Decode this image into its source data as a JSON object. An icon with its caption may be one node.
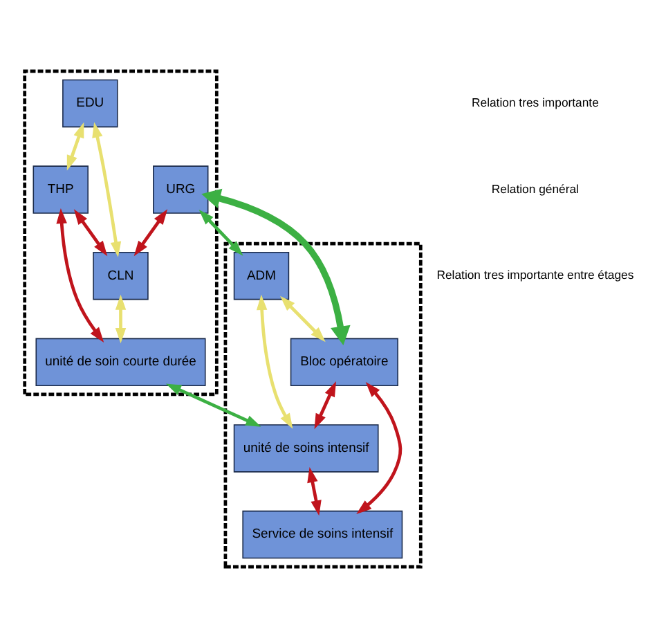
{
  "diagram": {
    "nodes": [
      {
        "text": [],
        "shape": "box"
      },
      {
        "text": [
          "EDU"
        ],
        "in": 0
      },
      {
        "text": [
          "THP"
        ],
        "in": 0
      },
      {
        "text": [
          "unité de soin courte durée"
        ],
        "in": 0
      },
      {
        "text": [
          "URG"
        ],
        "in": 0
      },
      {
        "text": [
          "CLN"
        ],
        "in": 0
      },
      {
        "text": [],
        "shape": "box"
      },
      {
        "text": [
          "ADM"
        ],
        "in": 6
      },
      {
        "text": [
          "unité de soins intensif"
        ],
        "in": 6
      },
      {
        "text": [
          "Bloc opératoire"
        ],
        "in": 6
      },
      {
        "text": [
          "Service de soins intensif"
        ],
        "in": 6
      }
    ],
    "edges": [
      {
        "from": 1,
        "to": 2,
        "arrow": "both",
        "color": "#e8e070"
      },
      {
        "from": 2,
        "to": 3,
        "arrow": "both"
      },
      {
        "from": 2,
        "to": 5,
        "arrow": "both"
      },
      {
        "from": 1,
        "to": 5,
        "arrow": "both",
        "color": "#e8e070"
      },
      {
        "from": 4,
        "to": 5,
        "arrow": "both"
      },
      {
        "from": 5,
        "to": 3,
        "arrow": "both",
        "color": "#e8e070"
      },
      {
        "from": 4,
        "to": 7,
        "arrow": "both",
        "color": "#3cb043"
      },
      {
        "from": 4,
        "to": 9,
        "arrow": "both",
        "color": "#3cb043",
        "style": "thick"
      },
      {
        "from": 3,
        "to": 8,
        "arrow": "both",
        "color": "#3cb043"
      },
      {
        "from": 7,
        "to": 8,
        "arrow": "both",
        "color": "#e8e070"
      },
      {
        "from": 7,
        "to": 9,
        "arrow": "both",
        "color": "#e8e070"
      },
      {
        "from": 9,
        "to": 8,
        "arrow": "both"
      },
      {
        "from": 9,
        "to": 10,
        "arrow": "both"
      },
      {
        "from": 8,
        "to": 10,
        "arrow": "both"
      }
    ],
    "legend": [
      {
        "text": "Relation tres importante"
      },
      {
        "text": "Relation général"
      },
      {
        "text": "Relation tres importante entre étages"
      }
    ]
  }
}
